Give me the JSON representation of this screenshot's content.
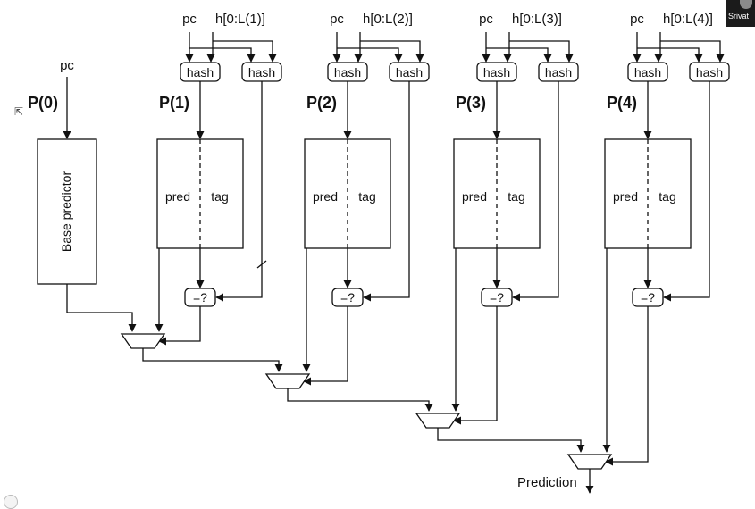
{
  "diagram": {
    "base": {
      "label": "P(0)",
      "input": "pc",
      "box_text": "Base predictor"
    },
    "tables": [
      {
        "label": "P(1)",
        "pc": "pc",
        "history": "h[0:L(1)]"
      },
      {
        "label": "P(2)",
        "pc": "pc",
        "history": "h[0:L(2)]"
      },
      {
        "label": "P(3)",
        "pc": "pc",
        "history": "h[0:L(3)]"
      },
      {
        "label": "P(4)",
        "pc": "pc",
        "history": "h[0:L(4)]"
      }
    ],
    "hash_label": "hash",
    "pred_label": "pred",
    "tag_label": "tag",
    "compare_label": "=?",
    "output_label": "Prediction"
  },
  "overlay": {
    "user_name": "Srivat"
  },
  "icons": {
    "cursor": "cursor-icon",
    "avatar": "avatar-icon"
  }
}
